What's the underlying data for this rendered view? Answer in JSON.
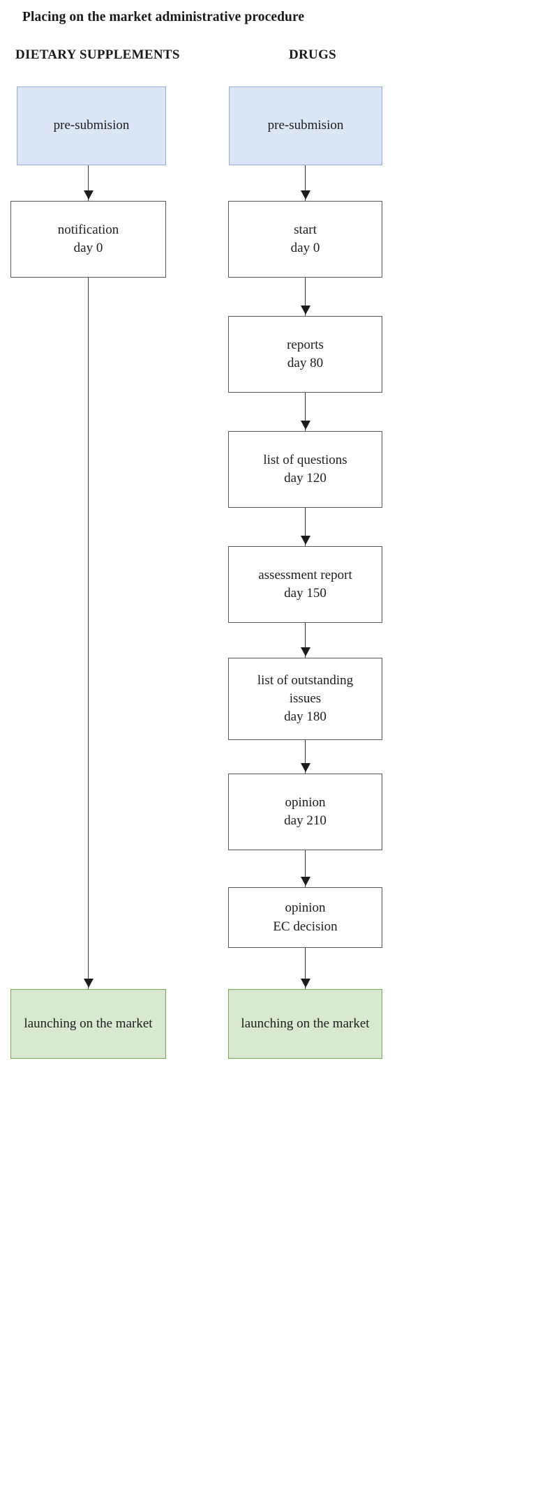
{
  "title": "Placing on the market administrative procedure",
  "columns": {
    "left": {
      "header": "DIETARY SUPPLEMENTS",
      "nodes": [
        {
          "id": "ds-pre",
          "kind": "start",
          "line1": "pre-submision"
        },
        {
          "id": "ds-notify",
          "kind": "process",
          "line1": "notification",
          "line2": "day 0"
        },
        {
          "id": "ds-launch",
          "kind": "end",
          "line1": "launching on the market"
        }
      ]
    },
    "right": {
      "header": "DRUGS",
      "nodes": [
        {
          "id": "dr-pre",
          "kind": "start",
          "line1": "pre-submision"
        },
        {
          "id": "dr-start",
          "kind": "process",
          "line1": "start",
          "line2": "day 0"
        },
        {
          "id": "dr-reports",
          "kind": "process",
          "line1": "reports",
          "line2": "day 80"
        },
        {
          "id": "dr-questions",
          "kind": "process",
          "line1": "list of questions",
          "line2": "day 120"
        },
        {
          "id": "dr-assess",
          "kind": "process",
          "line1": "assessment report",
          "line2": "day 150"
        },
        {
          "id": "dr-issues",
          "kind": "process",
          "line1": "list of outstanding",
          "line2": "issues",
          "line3": "day 180"
        },
        {
          "id": "dr-opinion",
          "kind": "process",
          "line1": "opinion",
          "line2": "day 210"
        },
        {
          "id": "dr-ec",
          "kind": "process",
          "line1": "opinion",
          "line2": "EC decision"
        },
        {
          "id": "dr-launch",
          "kind": "end",
          "line1": "launching on the market"
        }
      ]
    }
  },
  "colors": {
    "start_fill": "#dbe5f6",
    "start_border": "#93aedd",
    "process_fill": "#ffffff",
    "process_border": "#585858",
    "end_fill": "#d9e8d1",
    "end_border": "#7aa35e",
    "connector": "#3a3a3a",
    "text": "#1d1d1d"
  }
}
